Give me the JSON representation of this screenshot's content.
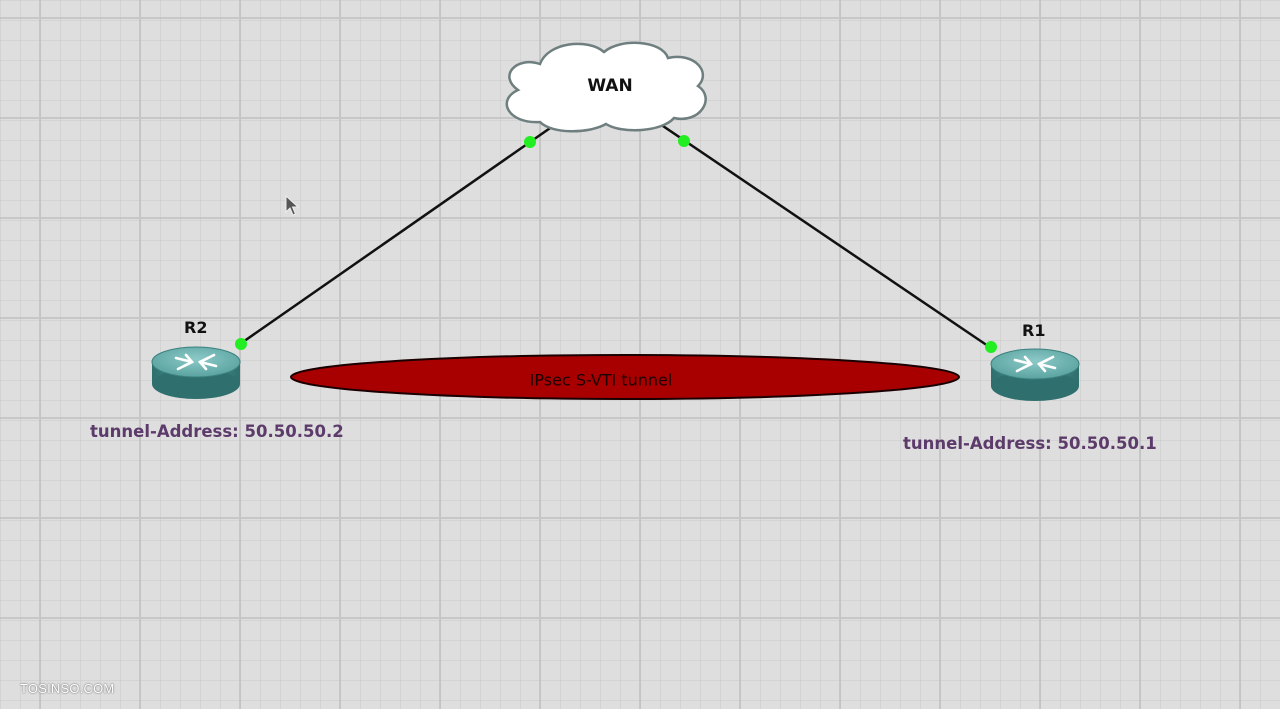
{
  "diagram": {
    "wan": {
      "label": "WAN"
    },
    "routers": [
      {
        "id": "r2",
        "label": "R2",
        "tunnel_address": "tunnel-Address: 50.50.50.2"
      },
      {
        "id": "r1",
        "label": "R1",
        "tunnel_address": "tunnel-Address: 50.50.50.1"
      }
    ],
    "tunnel": {
      "label": "IPsec S-VTI tunnel"
    },
    "links": [
      {
        "from": "r2",
        "to": "wan",
        "status": "up"
      },
      {
        "from": "r1",
        "to": "wan",
        "status": "up"
      }
    ]
  },
  "watermark": "TOSINSO.COM",
  "colors": {
    "canvas_bg": "#dedede",
    "grid_line": "#c7c7c7",
    "router_body": "#3f8c8a",
    "router_top": "#6fb5b3",
    "link": "#111111",
    "link_status_up": "#22ee22",
    "tunnel_fill": "#a80000",
    "address_text": "#5c3b6b"
  },
  "icons": {
    "wan": "cloud-icon",
    "router": "router-icon",
    "pointer": "mouse-pointer-icon"
  }
}
